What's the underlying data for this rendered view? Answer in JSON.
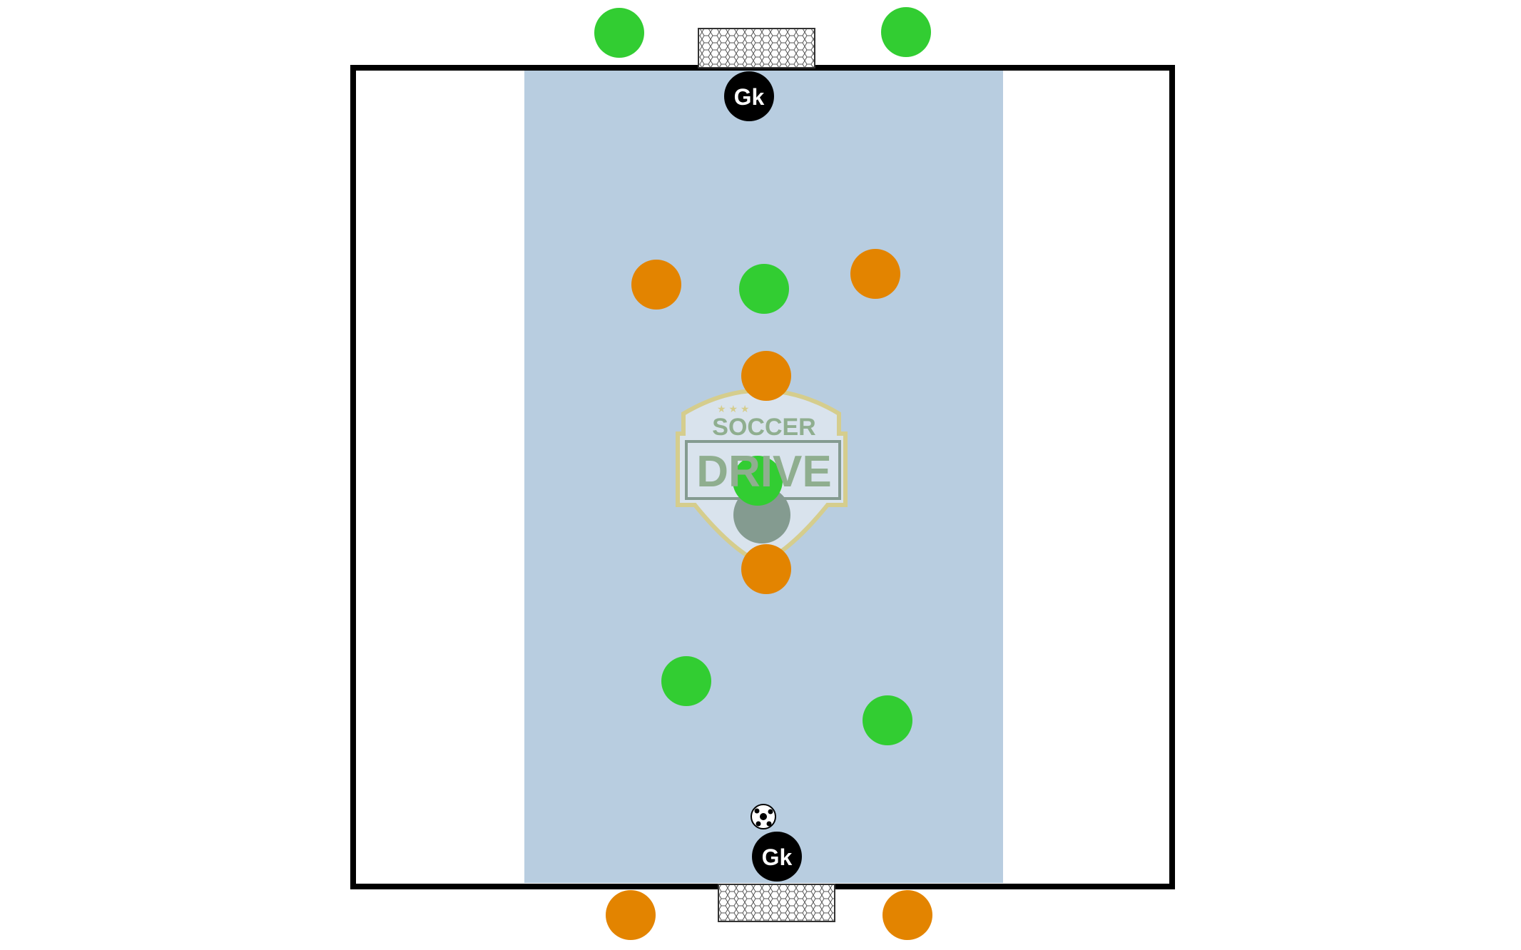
{
  "logo": {
    "line1": "SOCCER",
    "line2": "DRIVE"
  },
  "goalkeeper_label": "Gk",
  "colors": {
    "team_green": "#32cd32",
    "team_orange": "#e38400",
    "zone": "#b8cde0",
    "goalkeeper": "#000000"
  },
  "players": [
    {
      "team": "green"
    },
    {
      "team": "green"
    },
    {
      "team": "orange"
    },
    {
      "team": "green"
    },
    {
      "team": "orange"
    },
    {
      "team": "orange"
    },
    {
      "team": "green"
    },
    {
      "team": "orange"
    },
    {
      "team": "green"
    },
    {
      "team": "green"
    },
    {
      "team": "orange"
    },
    {
      "team": "orange"
    }
  ]
}
